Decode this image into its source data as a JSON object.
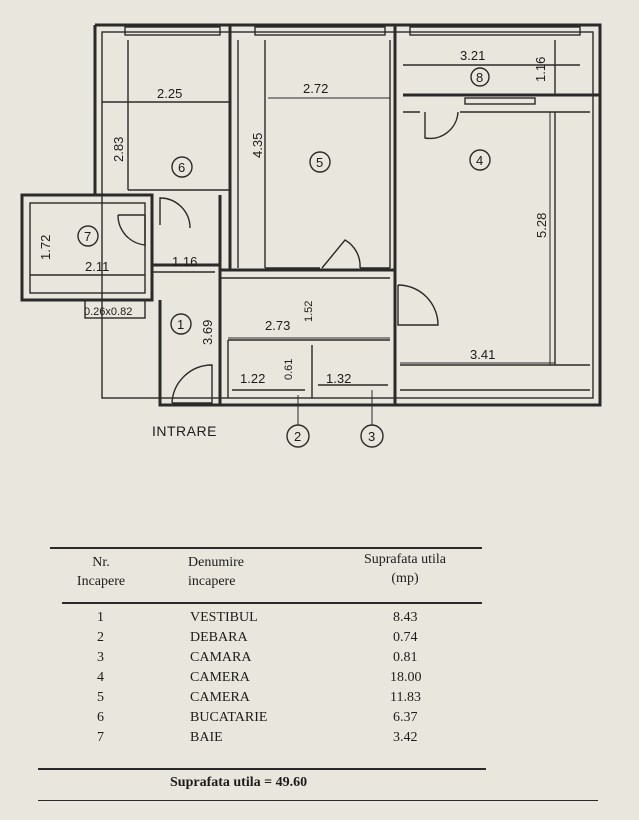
{
  "plan": {
    "entrance_label": "INTRARE",
    "dimensions": {
      "d_225": "2.25",
      "d_283": "2.83",
      "d_272": "2.72",
      "d_435": "4.35",
      "d_321": "3.21",
      "d_116a": "1.16",
      "d_528": "5.28",
      "d_341": "3.41",
      "d_172": "1.72",
      "d_211": "2.11",
      "d_116b": "1.16",
      "d_026": "0.26x0.82",
      "d_369": "3.69",
      "d_273": "2.73",
      "d_152": "1.52",
      "d_122": "1.22",
      "d_061": "0.61",
      "d_132": "1.32"
    },
    "room_numbers": {
      "r1": "1",
      "r2": "2",
      "r3": "3",
      "r4": "4",
      "r5": "5",
      "r6": "6",
      "r7": "7",
      "r8": "8"
    }
  },
  "table": {
    "col1_header": [
      "Nr.",
      "Incapere"
    ],
    "col2_header": [
      "Denumire",
      "incapere"
    ],
    "col3_header": [
      "Suprafata utila",
      "(mp)"
    ],
    "rows": [
      {
        "nr": "1",
        "name": "VESTIBUL",
        "area": "8.43"
      },
      {
        "nr": "2",
        "name": "DEBARA",
        "area": "0.74"
      },
      {
        "nr": "3",
        "name": "CAMARA",
        "area": "0.81"
      },
      {
        "nr": "4",
        "name": "CAMERA",
        "area": "18.00"
      },
      {
        "nr": "5",
        "name": "CAMERA",
        "area": "11.83"
      },
      {
        "nr": "6",
        "name": "BUCATARIE",
        "area": "6.37"
      },
      {
        "nr": "7",
        "name": "BAIE",
        "area": "3.42"
      }
    ],
    "total_label": "Suprafata utila = 49.60"
  }
}
